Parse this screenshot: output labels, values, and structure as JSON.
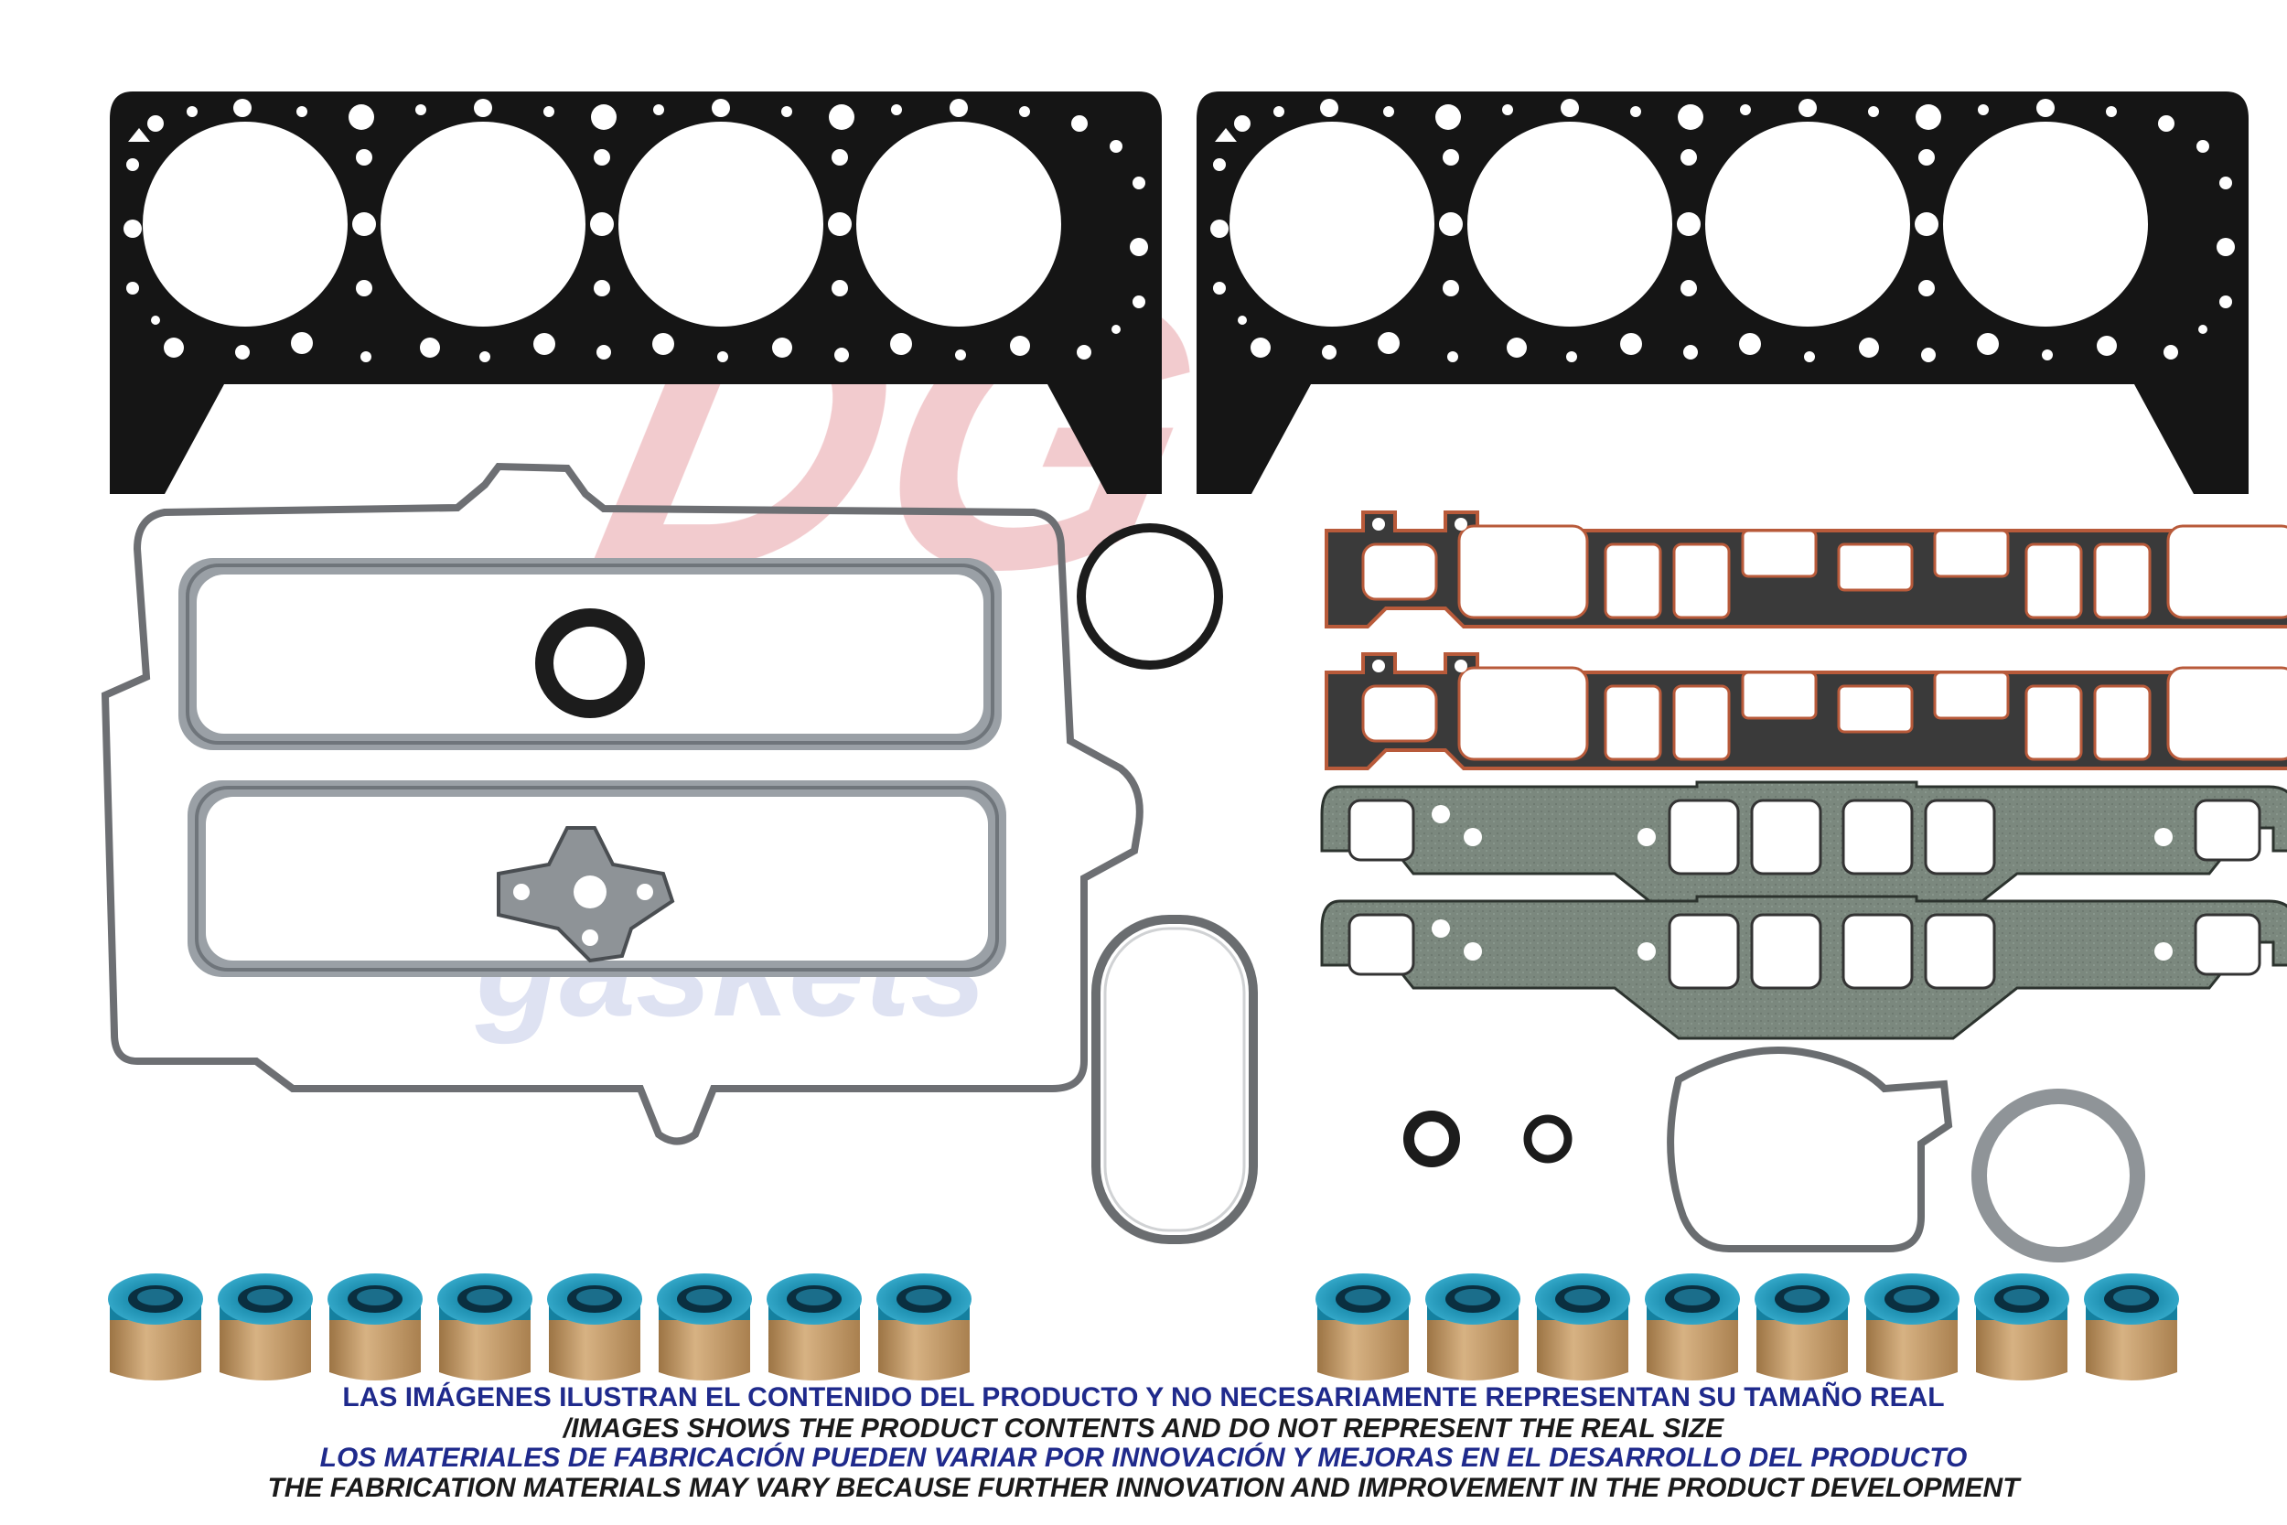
{
  "watermark": {
    "logo_text": "DG",
    "word": "gaskets",
    "colors": {
      "red": "#e8a0a6",
      "blue": "#c4cae8"
    }
  },
  "disclaimer": {
    "line1": "LAS IMÁGENES ILUSTRAN EL CONTENIDO DEL PRODUCTO Y NO NECESARIAMENTE REPRESENTAN SU TAMAÑO REAL",
    "line2": "/IMAGES SHOWS THE PRODUCT CONTENTS AND DO NOT REPRESENT THE REAL SIZE",
    "line3": "LOS MATERIALES DE FABRICACIÓN PUEDEN VARIAR POR INNOVACIÓN Y MEJORAS EN EL DESARROLLO DEL PRODUCTO",
    "line4": "THE FABRICATION MATERIALS MAY VARY BECAUSE FURTHER INNOVATION AND IMPROVEMENT IN THE PRODUCT DEVELOPMENT"
  },
  "colors": {
    "head_gasket": "#151515",
    "intake_outline": "#b85a3a",
    "exhaust_fill": "#7d8a7f",
    "grey_gasket": "#8a8e94",
    "seal_blue": "#1e8fb0",
    "seal_tan": "#c8a171",
    "disclaimer_blue": "#1f2a8c"
  },
  "parts": {
    "head_gaskets": 2,
    "intake_gaskets": 2,
    "exhaust_gaskets": 2,
    "valve_seals_left": 8,
    "valve_seals_right": 8
  }
}
